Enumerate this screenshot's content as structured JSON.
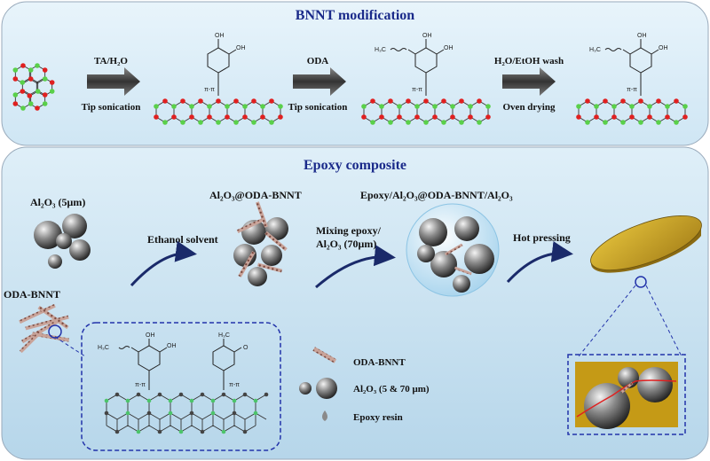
{
  "titles": {
    "top": "BNNT modification",
    "middle": "Epoxy composite"
  },
  "top_steps": [
    {
      "above": "TA/H₂O",
      "below": "Tip sonication"
    },
    {
      "above": "ODA",
      "below": "Tip sonication"
    },
    {
      "above": "H₂O/EtOH wash",
      "below": "Oven drying"
    }
  ],
  "middle_labels": {
    "al2o3_5": "Al₂O₃ (5μm)",
    "al2o3_oda": "Al₂O₃@ODA-BNNT",
    "composite": "Epoxy/Al₂O₃@ODA-BNNT/Al₂O₃",
    "ethanol": "Ethanol solvent",
    "mixing_line1": "Mixing epoxy/",
    "mixing_line2": "Al₂O₃ (70μm)",
    "hot_pressing": "Hot pressing",
    "oda_bnnt": "ODA-BNNT"
  },
  "chem": {
    "oh": "OH",
    "pipi": "π-π",
    "h3c": "H₃C",
    "o": "O"
  },
  "legend": [
    {
      "icon": "bnnt-tube-icon",
      "label": "ODA-BNNT"
    },
    {
      "icon": "sphere-icon",
      "label": "Al₂O₃ (5 & 70 μm)"
    },
    {
      "icon": "droplet-icon",
      "label": "Epoxy resin"
    }
  ],
  "colors": {
    "title_blue": "#1a2a8a",
    "boron_red": "#e02020",
    "nitrogen_green": "#5ad04a",
    "disc_gold": "#c9a21a",
    "dashed_border": "#2233aa"
  }
}
